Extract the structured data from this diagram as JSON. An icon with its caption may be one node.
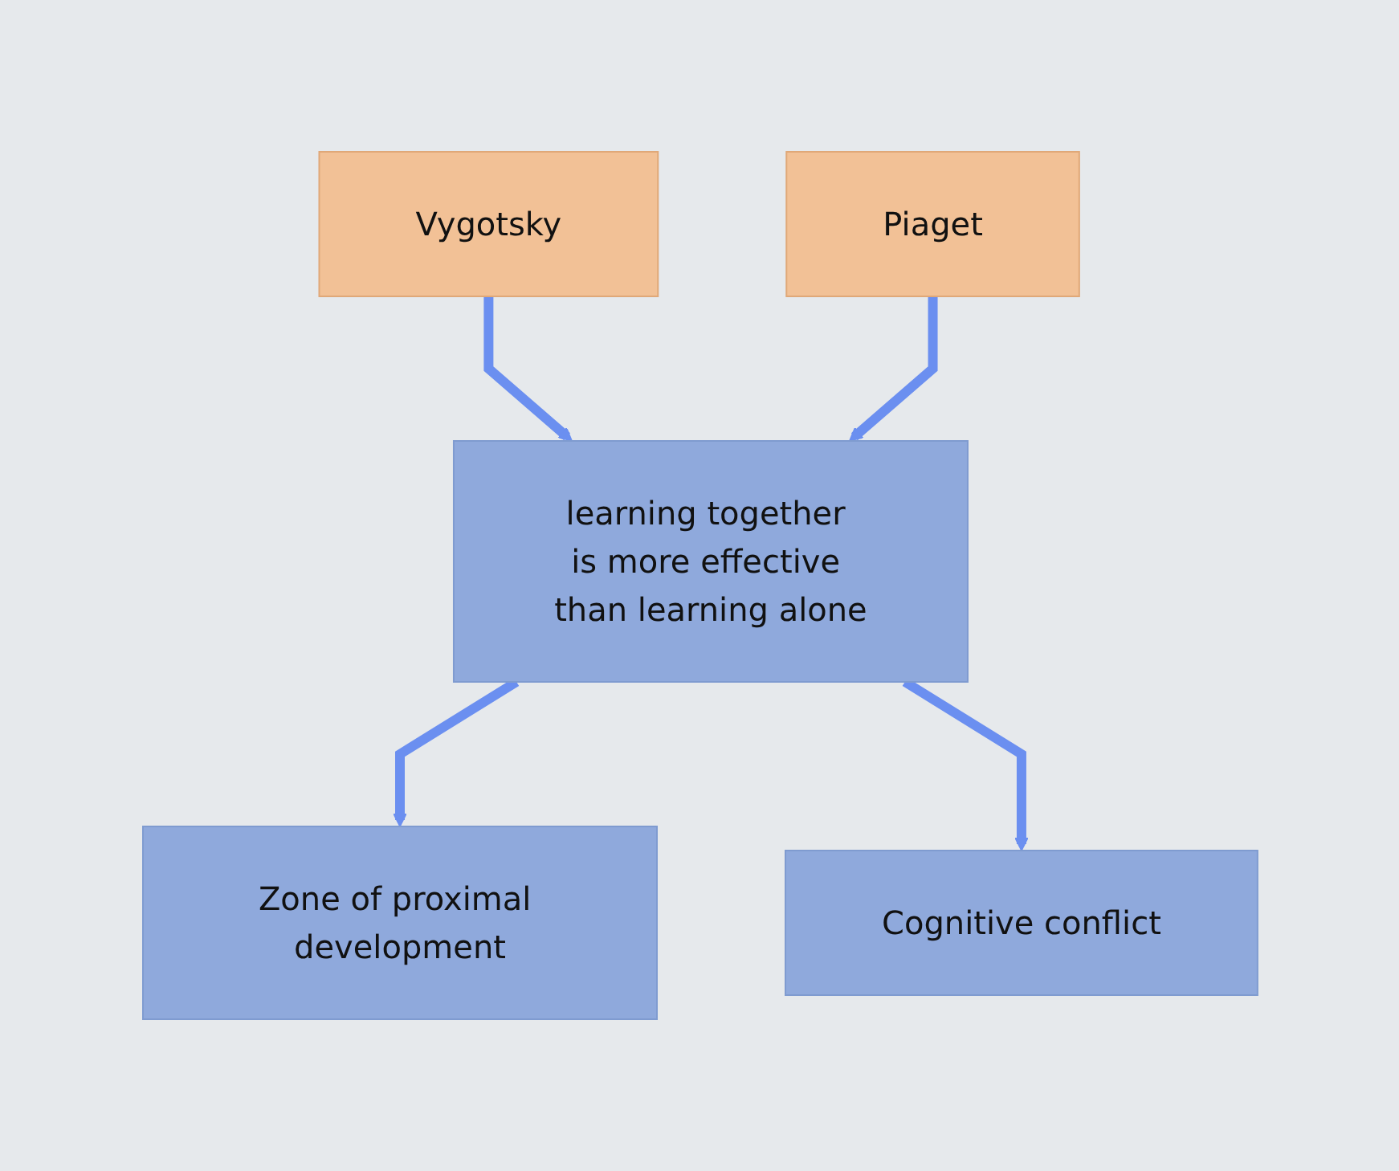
{
  "diagram": {
    "nodes": [
      {
        "text": [
          "Vygotsky"
        ]
      },
      {
        "text": [
          "Piaget"
        ]
      },
      {
        "text": [
          "learning together is more effective than learning alone"
        ]
      },
      {
        "text": [
          "Zone of proximal development"
        ]
      },
      {
        "text": [
          "Cognitive conflict"
        ]
      }
    ],
    "edges": [
      {
        "from": 0,
        "to": 2,
        "arrow": "to"
      },
      {
        "from": 1,
        "to": 2,
        "arrow": "to"
      },
      {
        "from": 2,
        "to": 3,
        "arrow": "to"
      },
      {
        "from": 2,
        "to": 4,
        "arrow": "to"
      }
    ]
  }
}
